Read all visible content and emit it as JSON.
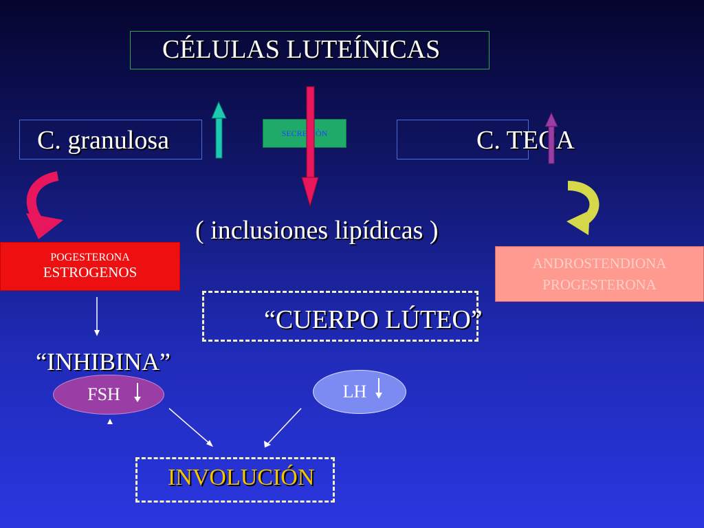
{
  "title": "CÉLULAS LUTEÍNICAS",
  "granulosa": "C. granulosa",
  "teca": "C. TECA",
  "secrecion": "SECRECIÒN",
  "inclusiones": "( inclusiones lipídicas )",
  "granulosa_products": [
    "POGESTERONA",
    "ESTROGENOS"
  ],
  "teca_products": [
    "ANDROSTENDIONA",
    "PROGESTERONA"
  ],
  "cuerpo_luteo": "“CUERPO LÚTEO”",
  "inhibina": "“INHIBINA”",
  "fsh": "FSH",
  "lh": "LH",
  "involucion": "INVOLUCIÓN",
  "colors": {
    "background_top": "#05052e",
    "background_bottom": "#2a37e0",
    "teal_arrow": "#1ec9b4",
    "pink_arrow": "#e8175d",
    "purple_arrow": "#9a3ea6",
    "yellow_arrow": "#d6d84a",
    "red_box": "#ee1010",
    "salmon_box": "#ff9a90",
    "involucion_text": "#f4c400"
  }
}
